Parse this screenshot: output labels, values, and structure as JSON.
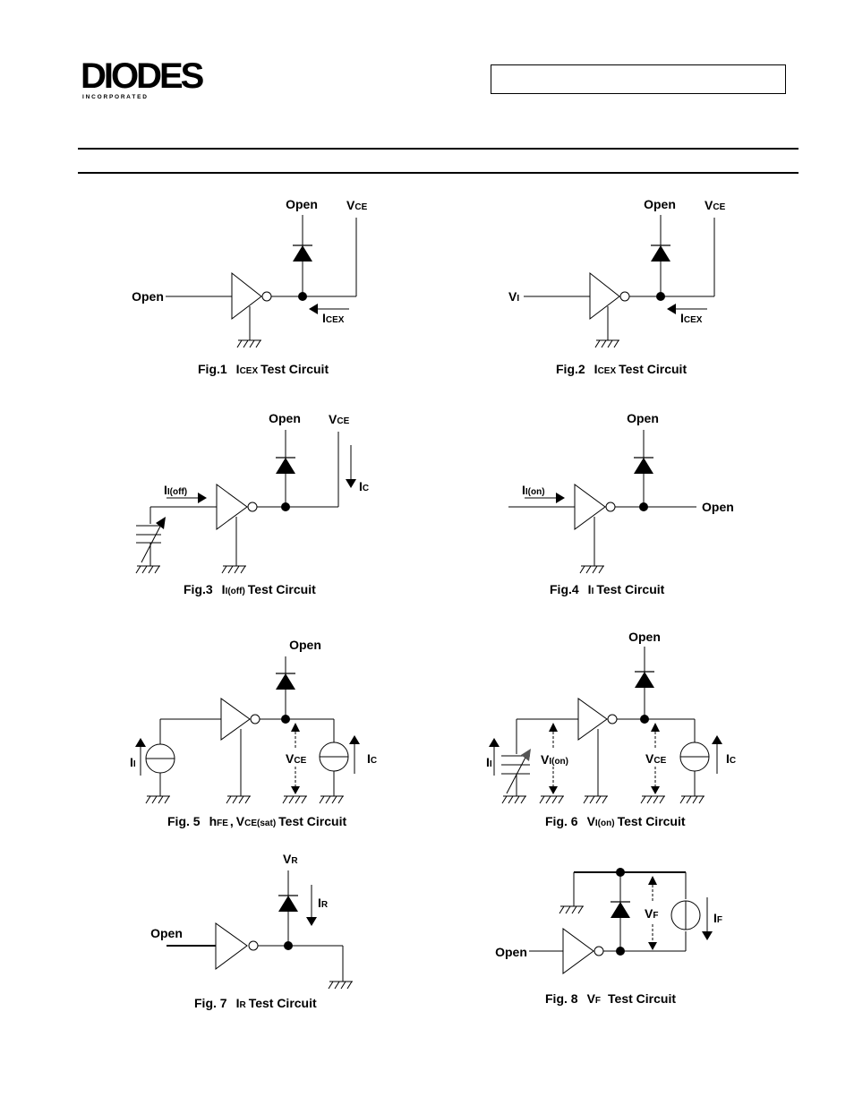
{
  "header": {
    "logo_text": "DIODES",
    "logo_subtext": "I N C O R P O R A T E D",
    "brand_color": "#1a5aa6",
    "box_text": ""
  },
  "labels": {
    "open": "Open",
    "v": "V",
    "i": "I",
    "h": "h",
    "sub_ce": "CE",
    "sub_cex": "CEX",
    "sub_i": "I",
    "sub_c": "C",
    "sub_ioff": "I(off)",
    "sub_ion": "I(on)",
    "sub_fe": "FE",
    "sub_cesat": "CE(sat)",
    "sub_r": "R",
    "sub_f": "F",
    "comma": ","
  },
  "captions": {
    "fig1": {
      "num": "Fig.1",
      "suffix": "Test Circuit"
    },
    "fig2": {
      "num": "Fig.2",
      "suffix": "Test Circuit"
    },
    "fig3": {
      "num": "Fig.3",
      "suffix": "Test Circuit"
    },
    "fig4": {
      "num": "Fig.4",
      "suffix": "Test Circuit"
    },
    "fig5": {
      "num": "Fig. 5",
      "suffix": "Test Circuit"
    },
    "fig6": {
      "num": "Fig. 6",
      "suffix": "Test Circuit"
    },
    "fig7": {
      "num": "Fig. 7",
      "suffix": "Test Circuit"
    },
    "fig8": {
      "num": "Fig. 8",
      "suffix": "Test Circuit"
    }
  }
}
